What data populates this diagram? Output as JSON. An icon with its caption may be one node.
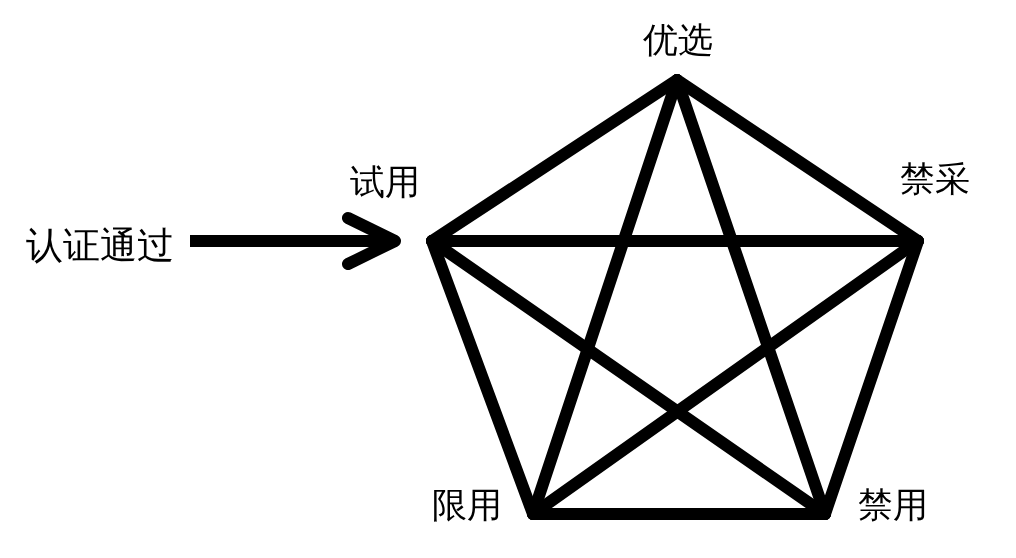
{
  "diagram": {
    "nodes": [
      {
        "text": [
          "优选"
        ]
      },
      {
        "text": [
          "试用"
        ]
      },
      {
        "text": [
          "禁采"
        ]
      },
      {
        "text": [
          "认证通过"
        ]
      },
      {
        "text": [
          "限用"
        ]
      },
      {
        "text": [
          "禁用"
        ]
      }
    ],
    "edges": [
      {
        "from": 3,
        "to": 1,
        "arrow": "to"
      },
      {
        "from": 1,
        "to": 0,
        "arrow": "none"
      },
      {
        "from": 0,
        "to": 2,
        "arrow": "none"
      },
      {
        "from": 1,
        "to": 2,
        "arrow": "none"
      },
      {
        "from": 0,
        "to": 4,
        "arrow": "none"
      },
      {
        "from": 0,
        "to": 5,
        "arrow": "none"
      },
      {
        "from": 1,
        "to": 4,
        "arrow": "none"
      },
      {
        "from": 1,
        "to": 5,
        "arrow": "none"
      },
      {
        "from": 2,
        "to": 4,
        "arrow": "none"
      },
      {
        "from": 2,
        "to": 5,
        "arrow": "none"
      },
      {
        "from": 4,
        "to": 5,
        "arrow": "none"
      }
    ]
  }
}
